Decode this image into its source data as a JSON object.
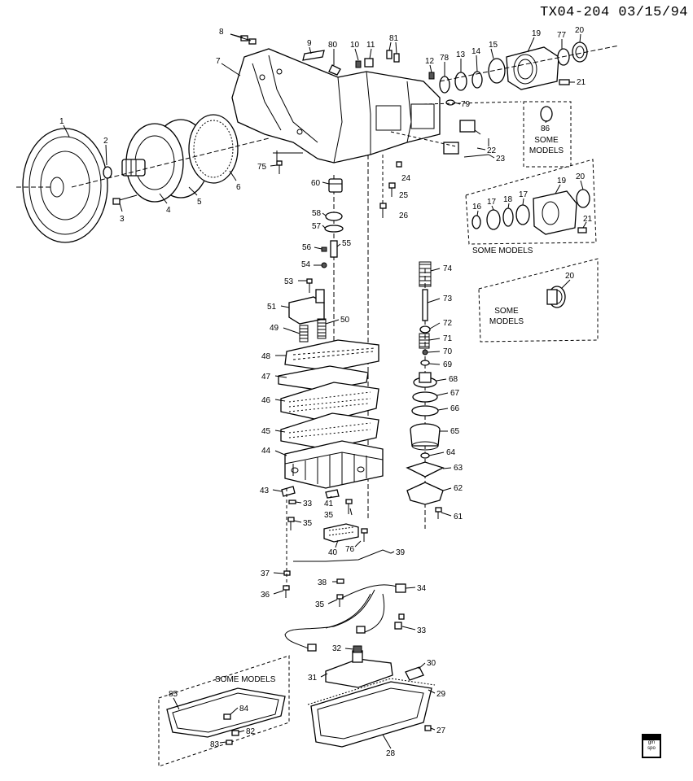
{
  "header": {
    "code": "TX04-204 03/15/94"
  },
  "labels": [
    {
      "id": "p1",
      "text": "1"
    },
    {
      "id": "p2",
      "text": "2"
    },
    {
      "id": "p3",
      "text": "3"
    },
    {
      "id": "p4",
      "text": "4"
    },
    {
      "id": "p5",
      "text": "5"
    },
    {
      "id": "p6",
      "text": "6"
    },
    {
      "id": "p7",
      "text": "7"
    },
    {
      "id": "p8",
      "text": "8"
    },
    {
      "id": "p9",
      "text": "9"
    },
    {
      "id": "p80",
      "text": "80"
    },
    {
      "id": "p10",
      "text": "10"
    },
    {
      "id": "p11",
      "text": "11"
    },
    {
      "id": "p81",
      "text": "81"
    },
    {
      "id": "p12",
      "text": "12"
    },
    {
      "id": "p78",
      "text": "78"
    },
    {
      "id": "p13",
      "text": "13"
    },
    {
      "id": "p14",
      "text": "14"
    },
    {
      "id": "p15",
      "text": "15"
    },
    {
      "id": "p19",
      "text": "19"
    },
    {
      "id": "p77",
      "text": "77"
    },
    {
      "id": "p20",
      "text": "20"
    },
    {
      "id": "p21",
      "text": "21"
    },
    {
      "id": "p79",
      "text": "79"
    },
    {
      "id": "p86",
      "text": "86"
    },
    {
      "id": "p22",
      "text": "22"
    },
    {
      "id": "p23",
      "text": "23"
    },
    {
      "id": "p75",
      "text": "75"
    },
    {
      "id": "p24",
      "text": "24"
    },
    {
      "id": "p25",
      "text": "25"
    },
    {
      "id": "p60",
      "text": "60"
    },
    {
      "id": "p26",
      "text": "26"
    },
    {
      "id": "p58",
      "text": "58"
    },
    {
      "id": "p57",
      "text": "57"
    },
    {
      "id": "p56",
      "text": "56"
    },
    {
      "id": "p55",
      "text": "55"
    },
    {
      "id": "p54",
      "text": "54"
    },
    {
      "id": "p53",
      "text": "53"
    },
    {
      "id": "p51",
      "text": "51"
    },
    {
      "id": "p50",
      "text": "50"
    },
    {
      "id": "p49",
      "text": "49"
    },
    {
      "id": "p48",
      "text": "48"
    },
    {
      "id": "p47",
      "text": "47"
    },
    {
      "id": "p46",
      "text": "46"
    },
    {
      "id": "p45",
      "text": "45"
    },
    {
      "id": "p44",
      "text": "44"
    },
    {
      "id": "p43",
      "text": "43"
    },
    {
      "id": "p33a",
      "text": "33"
    },
    {
      "id": "p41",
      "text": "41"
    },
    {
      "id": "p35a",
      "text": "35"
    },
    {
      "id": "p35b",
      "text": "35"
    },
    {
      "id": "p40",
      "text": "40"
    },
    {
      "id": "p76",
      "text": "76"
    },
    {
      "id": "p39",
      "text": "39"
    },
    {
      "id": "p37",
      "text": "37"
    },
    {
      "id": "p38",
      "text": "38"
    },
    {
      "id": "p36",
      "text": "36"
    },
    {
      "id": "p35c",
      "text": "35"
    },
    {
      "id": "p34",
      "text": "34"
    },
    {
      "id": "p33b",
      "text": "33"
    },
    {
      "id": "p32",
      "text": "32"
    },
    {
      "id": "p31",
      "text": "31"
    },
    {
      "id": "p30",
      "text": "30"
    },
    {
      "id": "p29",
      "text": "29"
    },
    {
      "id": "p27",
      "text": "27"
    },
    {
      "id": "p28",
      "text": "28"
    },
    {
      "id": "p74",
      "text": "74"
    },
    {
      "id": "p73",
      "text": "73"
    },
    {
      "id": "p72",
      "text": "72"
    },
    {
      "id": "p71",
      "text": "71"
    },
    {
      "id": "p70",
      "text": "70"
    },
    {
      "id": "p69",
      "text": "69"
    },
    {
      "id": "p68",
      "text": "68"
    },
    {
      "id": "p67",
      "text": "67"
    },
    {
      "id": "p66",
      "text": "66"
    },
    {
      "id": "p65",
      "text": "65"
    },
    {
      "id": "p64",
      "text": "64"
    },
    {
      "id": "p63",
      "text": "63"
    },
    {
      "id": "p62",
      "text": "62"
    },
    {
      "id": "p61",
      "text": "61"
    },
    {
      "id": "p16",
      "text": "16"
    },
    {
      "id": "p17a",
      "text": "17"
    },
    {
      "id": "p18",
      "text": "18"
    },
    {
      "id": "p17b",
      "text": "17"
    },
    {
      "id": "p19b",
      "text": "19"
    },
    {
      "id": "p20b",
      "text": "20"
    },
    {
      "id": "p21b",
      "text": "21"
    },
    {
      "id": "p20c",
      "text": "20"
    },
    {
      "id": "p85",
      "text": "85"
    },
    {
      "id": "p84",
      "text": "84"
    },
    {
      "id": "p82",
      "text": "82"
    },
    {
      "id": "p83",
      "text": "83"
    }
  ],
  "callouts": {
    "some_models_86_a": "SOME",
    "some_models_86_b": "MODELS",
    "some_models_ext": "SOME MODELS",
    "some_models_20_a": "SOME",
    "some_models_20_b": "MODELS",
    "some_models_pan": "SOME MODELS"
  },
  "logo": {
    "line1": "gm",
    "line2": "spo"
  }
}
